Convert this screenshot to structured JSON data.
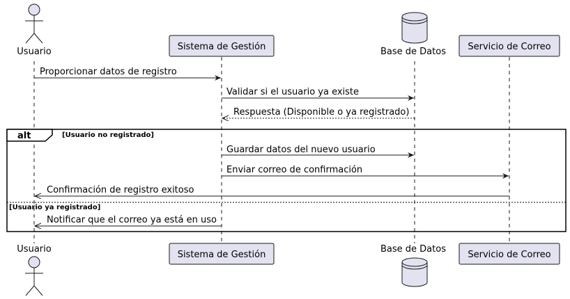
{
  "participants": {
    "usuario": "Usuario",
    "sistema": "Sistema de Gestión",
    "base": "Base de Datos",
    "correo": "Servicio de Correo"
  },
  "messages": [
    "Proporcionar datos de registro",
    "Validar si el usuario ya existe",
    "Respuesta (Disponible o ya registrado)",
    "Guardar datos del nuevo usuario",
    "Enviar correo de confirmación",
    "Confirmación de registro exitoso",
    "Notificar que el correo ya está en uso"
  ],
  "fragment": {
    "keyword": "alt",
    "guard1": "[Usuario no registrado]",
    "guard2": "[Usuario ya registrado]"
  },
  "colors": {
    "participant_fill": "#e2e2f0",
    "line": "#181818"
  }
}
